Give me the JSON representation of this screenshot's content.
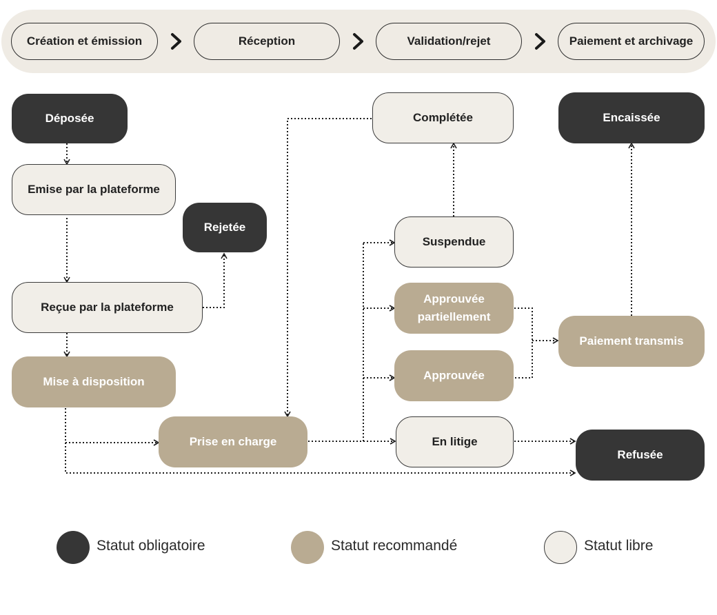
{
  "phases": [
    "Création et émission",
    "Réception",
    "Validation/rejet",
    "Paiement et archivage"
  ],
  "nodes": {
    "deposee": "Déposée",
    "emise": "Emise par la plateforme",
    "rejetee": "Rejetée",
    "recue": "Reçue par la plateforme",
    "mise_dispo": "Mise à disposition",
    "prise_charge": "Prise en charge",
    "completee": "Complétée",
    "suspendue": "Suspendue",
    "approuvee_part": "Approuvée partiellement",
    "approuvee": "Approuvée",
    "en_litige": "En litige",
    "encaissee": "Encaissée",
    "paiement_transmis": "Paiement transmis",
    "refusee": "Refusée"
  },
  "legend": [
    {
      "label": "Statut obligatoire",
      "color": "#363636"
    },
    {
      "label": "Statut recommandé",
      "color": "#b9ab92"
    },
    {
      "label": "Statut libre",
      "color": "#f1eee8"
    }
  ],
  "colors": {
    "mandatory": "#363636",
    "recommended": "#b9ab92",
    "free": "#f1eee8",
    "phase_bar": "#efebe4",
    "line": "#1a1a1a"
  }
}
